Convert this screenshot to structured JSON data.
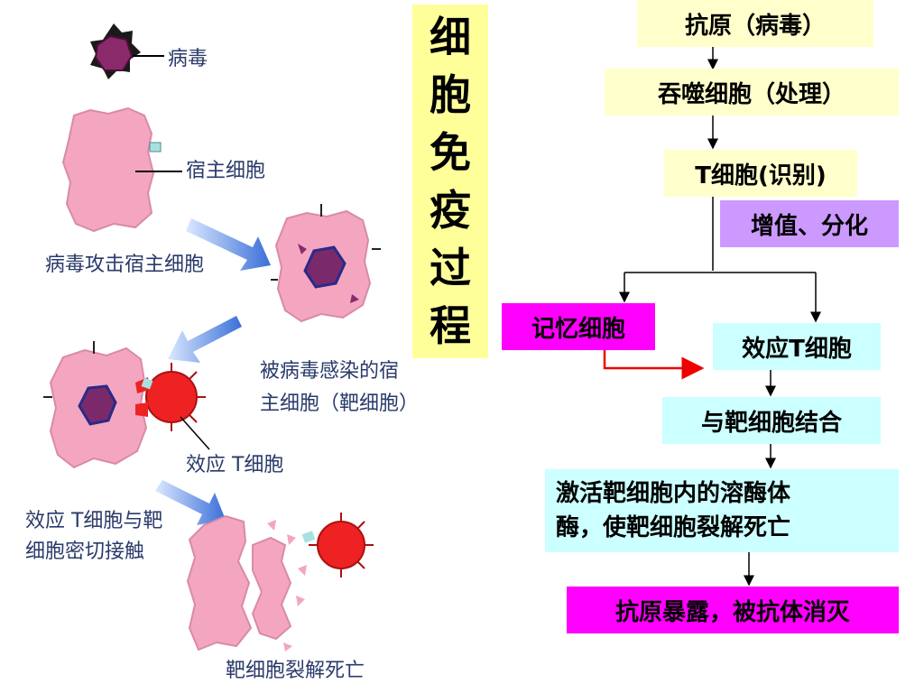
{
  "title_chars": [
    "细",
    "胞",
    "免",
    "疫",
    "过",
    "程"
  ],
  "left_labels": {
    "virus": "病毒",
    "host_cell": "宿主细胞",
    "attack": "病毒攻击宿主细胞",
    "infected_line1": "被病毒感染的宿",
    "infected_line2": "主细胞（靶细胞）",
    "effector_t": "效应 T细胞",
    "contact_line1": "效应 T细胞与靶",
    "contact_line2": "细胞密切接触",
    "lysis": "靶细胞裂解死亡"
  },
  "flow": {
    "antigen": "抗原（病毒）",
    "phagocyte": "吞噬细胞（处理）",
    "t_cell": "T细胞(识别)",
    "proliferate": "增值、分化",
    "memory": "记忆细胞",
    "effector": "效应T细胞",
    "bind_target": "与靶细胞结合",
    "activate_line1": "激活靶细胞内的溶酶体",
    "activate_line2": "酶，使靶细胞裂解死亡",
    "exposed": "抗原暴露，被抗体消灭"
  },
  "colors": {
    "yellow_box": "#ffffcc",
    "title_bg": "#ffff99",
    "purple_box": "#cc99ff",
    "cyan_box": "#ccffff",
    "magenta_box": "#ff00ff",
    "cell_pink": "#f4a6c0",
    "effector_red": "#ee2222",
    "virus_purple": "#8b2a6a",
    "arrow_blue": "#3a6fd8",
    "memory_arrow": "#ee0000"
  }
}
